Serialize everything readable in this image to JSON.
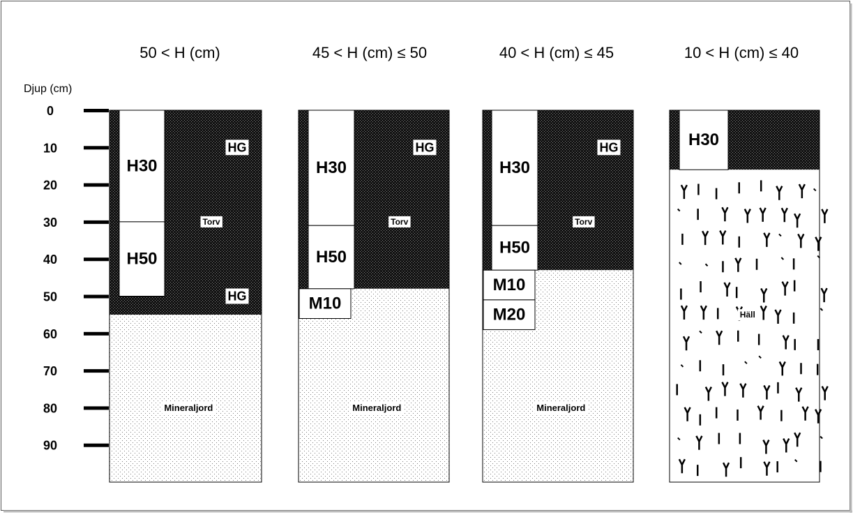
{
  "axis": {
    "label": "Djup (cm)",
    "ticks": [
      "0",
      "10",
      "20",
      "30",
      "40",
      "50",
      "60",
      "70",
      "80",
      "90"
    ]
  },
  "columns": [
    {
      "header": "50 < H (cm)",
      "layers": [
        {
          "label": "Torv",
          "top_cm": 0,
          "bottom_cm": 55,
          "pattern": "dark"
        },
        {
          "label": "Mineraljord",
          "top_cm": 55,
          "bottom_cm": 100,
          "pattern": "dots"
        }
      ],
      "samples": [
        {
          "label": "H30",
          "top_cm": 0,
          "bottom_cm": 30
        },
        {
          "label": "H50",
          "top_cm": 30,
          "bottom_cm": 50
        }
      ],
      "tags": [
        {
          "label": "HG",
          "depth_cm": 10
        },
        {
          "label": "HG",
          "depth_cm": 50
        }
      ]
    },
    {
      "header": "45 < H (cm) ≤ 50",
      "layers": [
        {
          "label": "Torv",
          "top_cm": 0,
          "bottom_cm": 48,
          "pattern": "dark"
        },
        {
          "label": "Mineraljord",
          "top_cm": 48,
          "bottom_cm": 100,
          "pattern": "dots"
        }
      ],
      "samples": [
        {
          "label": "H30",
          "top_cm": 0,
          "bottom_cm": 31
        },
        {
          "label": "H50",
          "top_cm": 31,
          "bottom_cm": 48
        },
        {
          "label": "M10",
          "top_cm": 48,
          "bottom_cm": 56
        }
      ],
      "tags": [
        {
          "label": "HG",
          "depth_cm": 10
        }
      ]
    },
    {
      "header": "40 < H (cm) ≤ 45",
      "layers": [
        {
          "label": "Torv",
          "top_cm": 0,
          "bottom_cm": 43,
          "pattern": "dark"
        },
        {
          "label": "Mineraljord",
          "top_cm": 43,
          "bottom_cm": 100,
          "pattern": "dots"
        }
      ],
      "samples": [
        {
          "label": "H30",
          "top_cm": 0,
          "bottom_cm": 31
        },
        {
          "label": "H50",
          "top_cm": 31,
          "bottom_cm": 43
        },
        {
          "label": "M10",
          "top_cm": 43,
          "bottom_cm": 51
        },
        {
          "label": "M20",
          "top_cm": 51,
          "bottom_cm": 59
        }
      ],
      "tags": [
        {
          "label": "HG",
          "depth_cm": 10
        }
      ]
    },
    {
      "header": "10 < H (cm) ≤ 40",
      "layers": [
        {
          "label": "",
          "top_cm": 0,
          "bottom_cm": 16,
          "pattern": "dark"
        },
        {
          "label": "Häll",
          "top_cm": 16,
          "bottom_cm": 100,
          "pattern": "rock"
        }
      ],
      "samples": [
        {
          "label": "H30",
          "top_cm": 0,
          "bottom_cm": 16
        }
      ],
      "tags": []
    }
  ]
}
